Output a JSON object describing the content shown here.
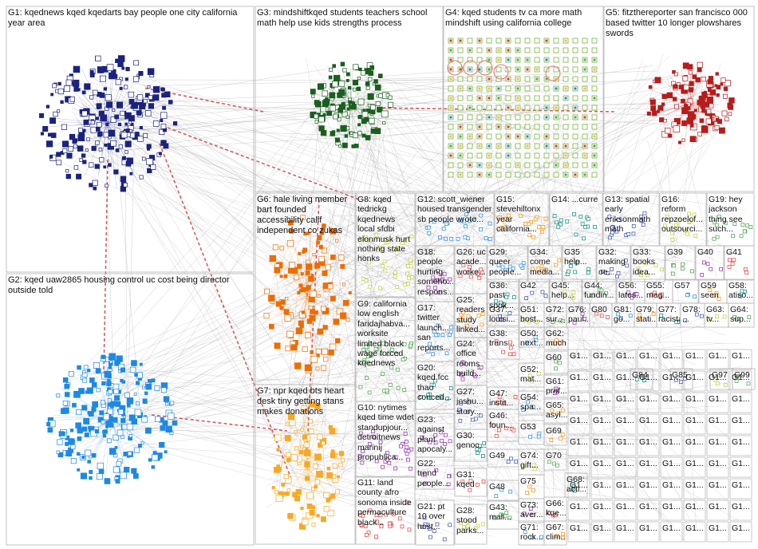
{
  "groups": [
    {
      "id": "G1",
      "text": "G1: kqednews kqed kqedarts bay people one city california year area"
    },
    {
      "id": "G2",
      "text": "G2: kqed uaw2865 housing control uc cost being director outside told"
    },
    {
      "id": "G3",
      "text": "G3: mindshiftkqed students teachers school math help use kids strengths process"
    },
    {
      "id": "G4",
      "text": "G4: kqed students tv ca more math mindshift using california college"
    },
    {
      "id": "G5",
      "text": "G5: fitzthereporter san francisco 000 based twitter 10 longer plowshares swords"
    },
    {
      "id": "G6",
      "text": "G6: hale living member bart founded accessibility calif independent co zukas"
    },
    {
      "id": "G7",
      "text": "G7: npr kqed bts heart desk tiny getting stans makes donations"
    },
    {
      "id": "G8",
      "text": "G8: kqed tedrickg kqednews local sfdbi elonmusk hurt nothing state honks"
    },
    {
      "id": "G9",
      "text": "G9: california low english faridajhabva... worksite limited black wage forced kqednews"
    },
    {
      "id": "G10",
      "text": "G10: nytimes kqed time wdet standupjour... detroitnews marinij propublica..."
    },
    {
      "id": "G11",
      "text": "G11: land county afro sonoma inside permaculture black..."
    },
    {
      "id": "G12",
      "text": "G12: scott_wiener housed transgender sb people wrote..."
    },
    {
      "id": "G15",
      "text": "G15: stevehiltonx year california..."
    },
    {
      "id": "G14",
      "text": "G14: ...curre"
    },
    {
      "id": "G13",
      "text": "G13: spatial early eriksonmath math"
    },
    {
      "id": "G16",
      "text": "G16: reform repzoelof... outsourci..."
    },
    {
      "id": "G19",
      "text": "G19: hey jackson thing see such..."
    },
    {
      "id": "G18",
      "text": "G18: people hurting someho... respons..."
    },
    {
      "id": "G26",
      "text": "G26: uc acade... worke..."
    },
    {
      "id": "G29",
      "text": "G29: queer people..."
    },
    {
      "id": "G34",
      "text": "G34: come media..."
    },
    {
      "id": "G35",
      "text": "G35 help..."
    },
    {
      "id": "G32",
      "text": "G32: making oe..."
    },
    {
      "id": "G33",
      "text": "G33: books idea..."
    },
    {
      "id": "G39",
      "text": "G39"
    },
    {
      "id": "G40",
      "text": "G40"
    },
    {
      "id": "G41",
      "text": "G41"
    },
    {
      "id": "G17",
      "text": "G17: twitter launch... san reports..."
    },
    {
      "id": "G25",
      "text": "G25: readers study linked..."
    },
    {
      "id": "G36",
      "text": "G36: past spok..."
    },
    {
      "id": "G42",
      "text": "G42"
    },
    {
      "id": "G45",
      "text": "G45: help..."
    },
    {
      "id": "G44",
      "text": "G44: fundin..."
    },
    {
      "id": "G56",
      "text": "G56: lates..."
    },
    {
      "id": "G55",
      "text": "G55: mag..."
    },
    {
      "id": "G57",
      "text": "G57"
    },
    {
      "id": "G59",
      "text": "G59 seen"
    },
    {
      "id": "G58",
      "text": "G58: atiso..."
    },
    {
      "id": "G37",
      "text": "G37: louisi..."
    },
    {
      "id": "G51",
      "text": "G51: bost..."
    },
    {
      "id": "G72",
      "text": "G72: sur..."
    },
    {
      "id": "G76",
      "text": "G76: paul..."
    },
    {
      "id": "G80",
      "text": "G80"
    },
    {
      "id": "G81",
      "text": "G81: go..."
    },
    {
      "id": "G79",
      "text": "G79: stati..."
    },
    {
      "id": "G77",
      "text": "G77: racistapp..."
    },
    {
      "id": "G78",
      "text": "G78: ..."
    },
    {
      "id": "G63",
      "text": "G63: tv..."
    },
    {
      "id": "G64",
      "text": "G64: sup..."
    },
    {
      "id": "G24",
      "text": "G24: office rooms build..."
    },
    {
      "id": "G38",
      "text": "G38: trans..."
    },
    {
      "id": "G50",
      "text": "G50: next..."
    },
    {
      "id": "G62",
      "text": "G62: much"
    },
    {
      "id": "G20",
      "text": "G20: kqed fcc thao conced..."
    },
    {
      "id": "G27",
      "text": "G27: joshu... story..."
    },
    {
      "id": "G52",
      "text": "G52: mat..."
    },
    {
      "id": "G60",
      "text": "G60"
    },
    {
      "id": "G61",
      "text": "G61: prof..."
    },
    {
      "id": "G47",
      "text": "G47: instit..."
    },
    {
      "id": "G54",
      "text": "G54: spa..."
    },
    {
      "id": "G65",
      "text": "G65: asyl..."
    },
    {
      "id": "G84",
      "text": "G84"
    },
    {
      "id": "G85",
      "text": "G85"
    },
    {
      "id": "G97",
      "text": "G97"
    },
    {
      "id": "G99",
      "text": "G99"
    },
    {
      "id": "G23",
      "text": "G23: against plant apocaly..."
    },
    {
      "id": "G46",
      "text": "G46: foun..."
    },
    {
      "id": "G53",
      "text": "G53"
    },
    {
      "id": "G69",
      "text": "G69"
    },
    {
      "id": "G30",
      "text": "G30: genoc..."
    },
    {
      "id": "G49",
      "text": "G49"
    },
    {
      "id": "G74",
      "text": "G74: gift..."
    },
    {
      "id": "G70",
      "text": "G70"
    },
    {
      "id": "G22",
      "text": "G22: trend people..."
    },
    {
      "id": "G31",
      "text": "G31: kqed"
    },
    {
      "id": "G48",
      "text": "G48"
    },
    {
      "id": "G75",
      "text": "G75"
    },
    {
      "id": "G68",
      "text": "G68: acti..."
    },
    {
      "id": "G21",
      "text": "G21: pt 10 over host..."
    },
    {
      "id": "G28",
      "text": "G28: stood parks..."
    },
    {
      "id": "G43",
      "text": "G43: mali..."
    },
    {
      "id": "G73",
      "text": "G73: aver..."
    },
    {
      "id": "G66",
      "text": "G66: kqe..."
    },
    {
      "id": "G71",
      "text": "G71: rock..."
    },
    {
      "id": "G67",
      "text": "G67: clim..."
    }
  ],
  "tiny_label": "G1...",
  "colors": {
    "G1": "#1a237e",
    "G2": "#1e88e5",
    "G3": "#1b5e20",
    "G4": "#7cb342",
    "G5": "#b71c1c",
    "G6": "#ef6c00",
    "G7": "#f9a825",
    "edges": "#9e9e9e",
    "cross_edges": "#c62828"
  }
}
